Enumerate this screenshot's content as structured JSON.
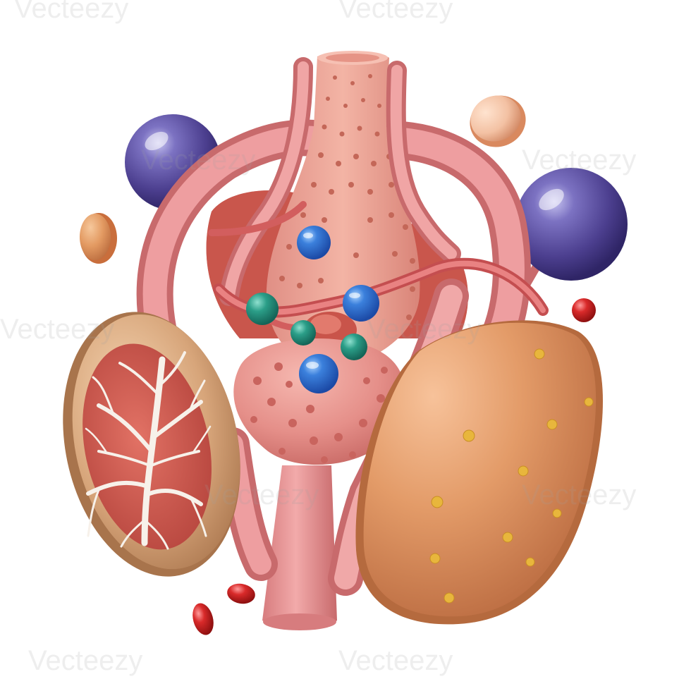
{
  "image": {
    "subject": "3d-organ-illustration"
  },
  "watermark": {
    "text": "Vecteezy",
    "logo_glyph": "V"
  },
  "colors": {
    "background": "#ffffff",
    "tissue_pink": "#e89a98",
    "vessel_pink": "#e47f7f",
    "organ_peach": "#e3a06a",
    "cross_section_red": "#c9544a",
    "purple_sphere": "#5b4f9e",
    "blue_molecule": "#2f6fd1",
    "teal_molecule": "#2a9a86",
    "yellow_dot": "#e8b63c"
  }
}
